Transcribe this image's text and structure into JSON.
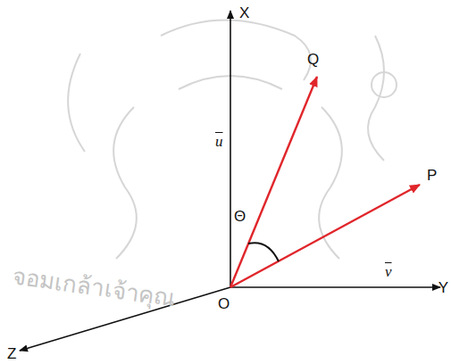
{
  "diagram": {
    "labels": [
      "X",
      "Q",
      "u",
      "P",
      "Θ",
      "v",
      "O",
      "Y",
      "Z",
      "จอมเกล้าเจ้าคุณ"
    ]
  }
}
